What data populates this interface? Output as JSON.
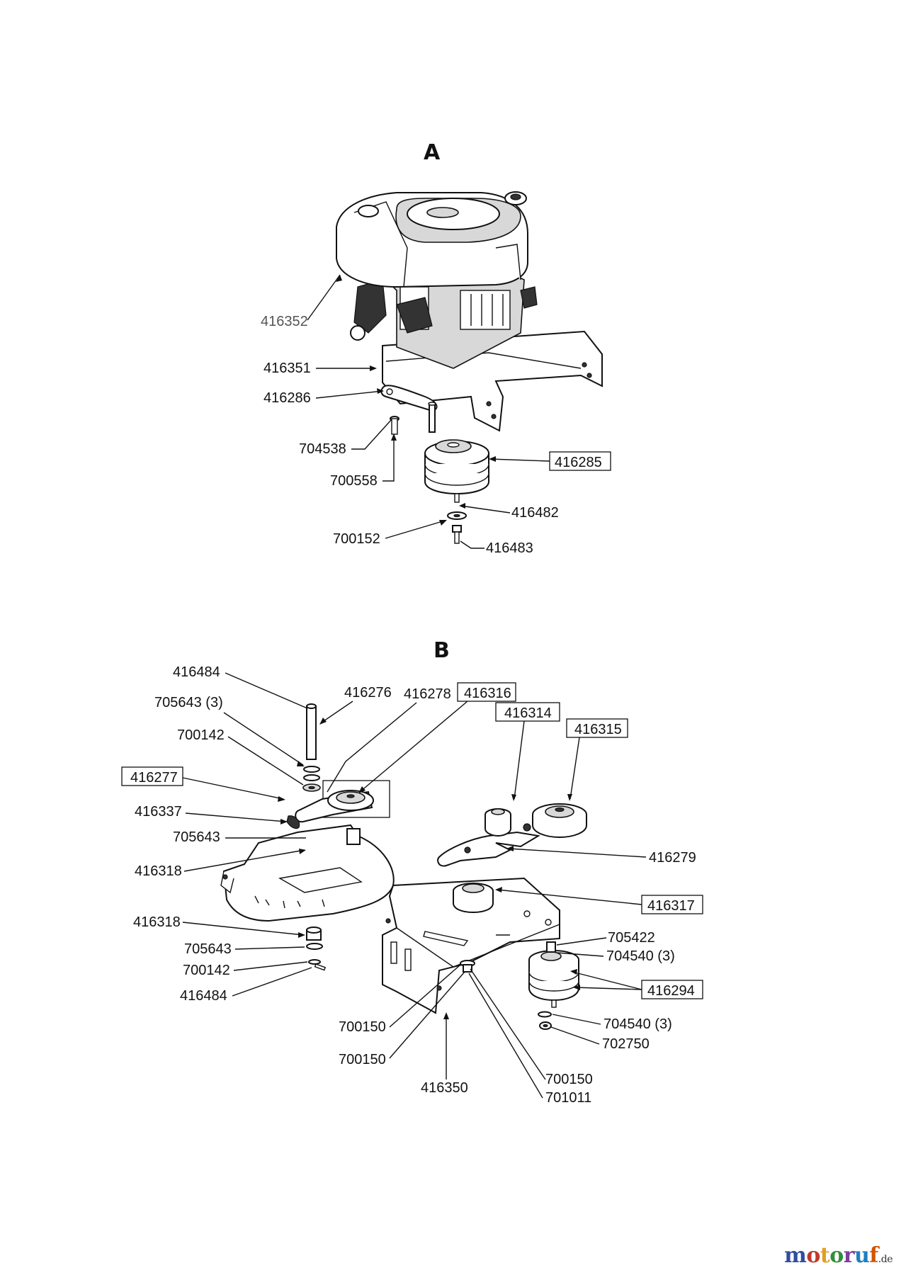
{
  "sections": {
    "a": {
      "letter": "A"
    },
    "b": {
      "letter": "B"
    }
  },
  "labels_a": {
    "p416352": "416352",
    "p416351": "416351",
    "p416286": "416286",
    "p704538": "704538",
    "p700558": "700558",
    "p416285": "416285",
    "p416482": "416482",
    "p700152": "700152",
    "p416483": "416483"
  },
  "labels_b": {
    "p416484_top": "416484",
    "p705643_3": "705643 (3)",
    "p416276": "416276",
    "p416278": "416278",
    "p416316": "416316",
    "p416314": "416314",
    "p416315": "416315",
    "p700142_top": "700142",
    "p416277": "416277",
    "p416337": "416337",
    "p705643_mid": "705643",
    "p416318_mid": "416318",
    "p416279": "416279",
    "p416317": "416317",
    "p416318_low": "416318",
    "p705643_low": "705643",
    "p700142_low": "700142",
    "p416484_low": "416484",
    "p705422": "705422",
    "p704540_3a": "704540 (3)",
    "p416294": "416294",
    "p704540_3b": "704540 (3)",
    "p702750": "702750",
    "p700150_a": "700150",
    "p700150_b": "700150",
    "p416350": "416350",
    "p700150_c": "700150",
    "p701011": "701011"
  },
  "watermark": {
    "name": "motoruf",
    "tld": ".de"
  },
  "colors": {
    "brand_m": "#2d4f9e",
    "brand_o1": "#c0392b",
    "brand_t": "#e0a020",
    "brand_o2": "#2f8f3a",
    "brand_r": "#7a3e9d",
    "brand_u": "#1f7fbf",
    "brand_f": "#d35400"
  }
}
